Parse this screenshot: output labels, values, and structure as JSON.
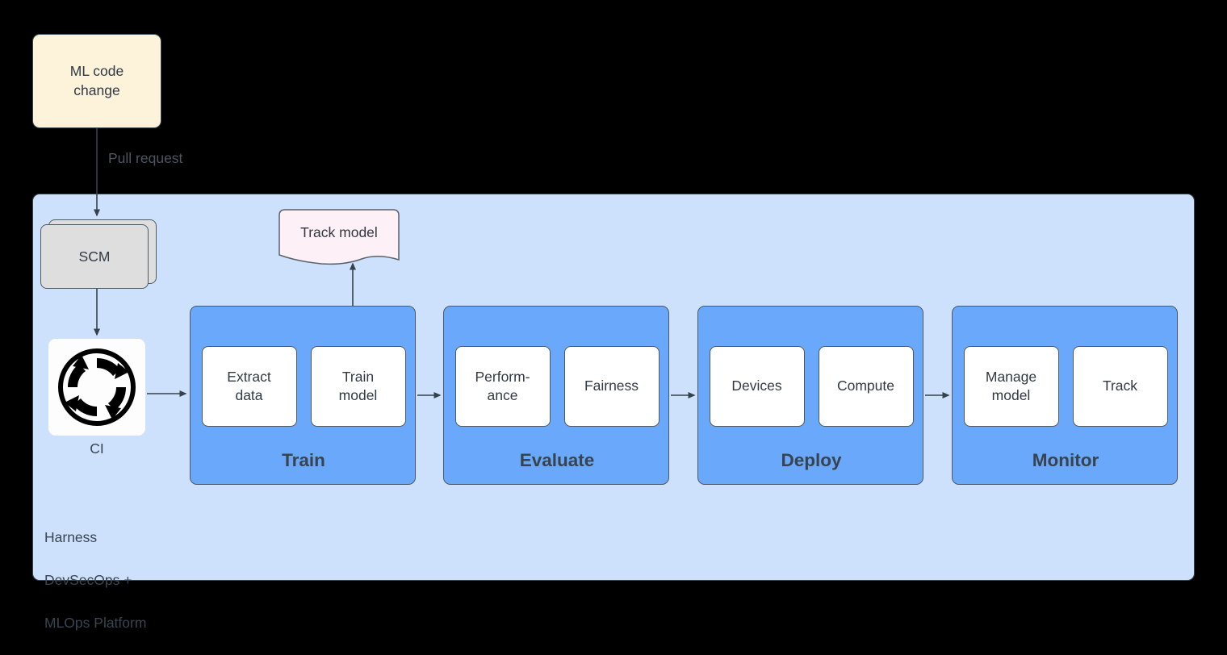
{
  "diagram": {
    "title": "Harness DevSecOps + MLOps Platform pipeline",
    "background_color": "#000000"
  },
  "source_node": {
    "label": "ML code change",
    "line1": "ML code",
    "line2": "change",
    "fill_color": "#fdf2da",
    "border_color": "#36474f"
  },
  "edges": {
    "pull_request_label": "Pull request",
    "edge_color": "#36424b"
  },
  "platform": {
    "caption": "Harness\nDevSecOps +\nMLOps Platform",
    "caption_line1": "Harness",
    "caption_line2": "DevSecOps +",
    "caption_line3": "MLOps Platform",
    "fill_color": "#cde1fd",
    "border_color": "#36474f"
  },
  "scm": {
    "label": "SCM",
    "fill_color": "#dededf",
    "border_color": "#4f5b63"
  },
  "ci": {
    "label": "CI",
    "icon": "cycle-arrows-icon",
    "fill_color": "#fdfdfd"
  },
  "artifact": {
    "label": "Track model",
    "shape": "document",
    "fill_color": "#fdf0f7",
    "border_color": "#5a6169"
  },
  "stages": [
    {
      "id": "train",
      "title": "Train",
      "tasks": [
        {
          "label": "Extract data",
          "line1": "Extract",
          "line2": "data"
        },
        {
          "label": "Train model",
          "line1": "Train",
          "line2": "model"
        }
      ]
    },
    {
      "id": "evaluate",
      "title": "Evaluate",
      "tasks": [
        {
          "label": "Perform-ance",
          "line1": "Perform-",
          "line2": "ance"
        },
        {
          "label": "Fairness",
          "line1": "Fairness",
          "line2": ""
        }
      ]
    },
    {
      "id": "deploy",
      "title": "Deploy",
      "tasks": [
        {
          "label": "Devices",
          "line1": "Devices",
          "line2": ""
        },
        {
          "label": "Compute",
          "line1": "Compute",
          "line2": ""
        }
      ]
    },
    {
      "id": "monitor",
      "title": "Monitor",
      "tasks": [
        {
          "label": "Manage model",
          "line1": "Manage",
          "line2": "model"
        },
        {
          "label": "Track",
          "line1": "Track",
          "line2": ""
        }
      ]
    }
  ],
  "colors": {
    "stage_blue": "#69a8fa",
    "platform_blue": "#cde1fd",
    "cream": "#fdf2da",
    "grey": "#dededf",
    "pink": "#fdf0f7",
    "text_dark": "#303a44"
  }
}
